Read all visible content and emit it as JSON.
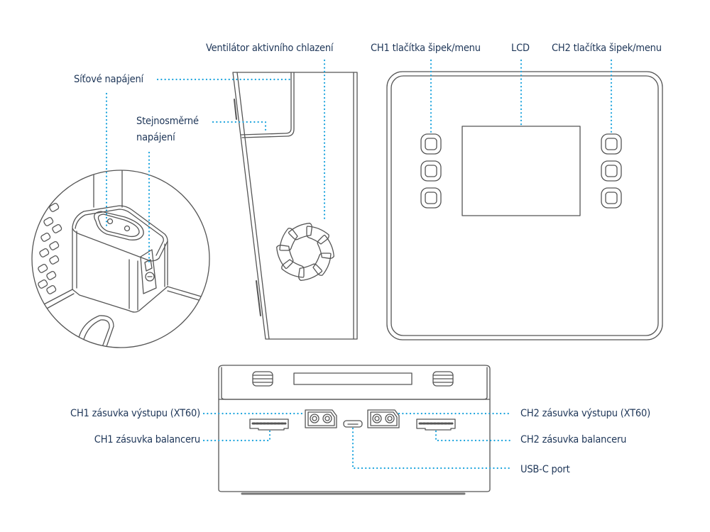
{
  "colors": {
    "label_text": "#1e3658",
    "leader_line": "#1aa3dd",
    "outline": "#555555"
  },
  "labels": {
    "fan": "Ventilátor aktivního chlazení",
    "mains_power": "Síťové napájení",
    "dc_power_line1": "Stejnosměrné",
    "dc_power_line2": "napájení",
    "ch1_buttons": "CH1 tlačítka šipek/menu",
    "lcd": "LCD",
    "ch2_buttons": "CH2 tlačítka šipek/menu",
    "ch1_output": "CH1 zásuvka výstupu (XT60)",
    "ch1_balancer": "CH1 zásuvka balanceru",
    "ch2_output": "CH2 zásuvka výstupu (XT60)",
    "ch2_balancer": "CH2 zásuvka balanceru",
    "usb_c": "USB-C port"
  },
  "views": [
    "power-inlet-detail",
    "side-view",
    "front-view",
    "rear-view"
  ]
}
